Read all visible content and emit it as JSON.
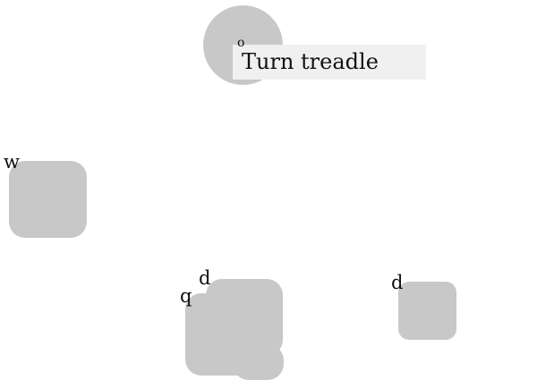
{
  "tooltip": {
    "text": "Turn treadle"
  },
  "keys": {
    "circle": "o",
    "w": "w",
    "q": "q",
    "d_middle": "d",
    "d_right": "d"
  },
  "colors": {
    "background": "#ffffff",
    "shape_fill": "#c8c8c8",
    "tooltip_fill": "#f0f0f0",
    "text": "#111111"
  }
}
